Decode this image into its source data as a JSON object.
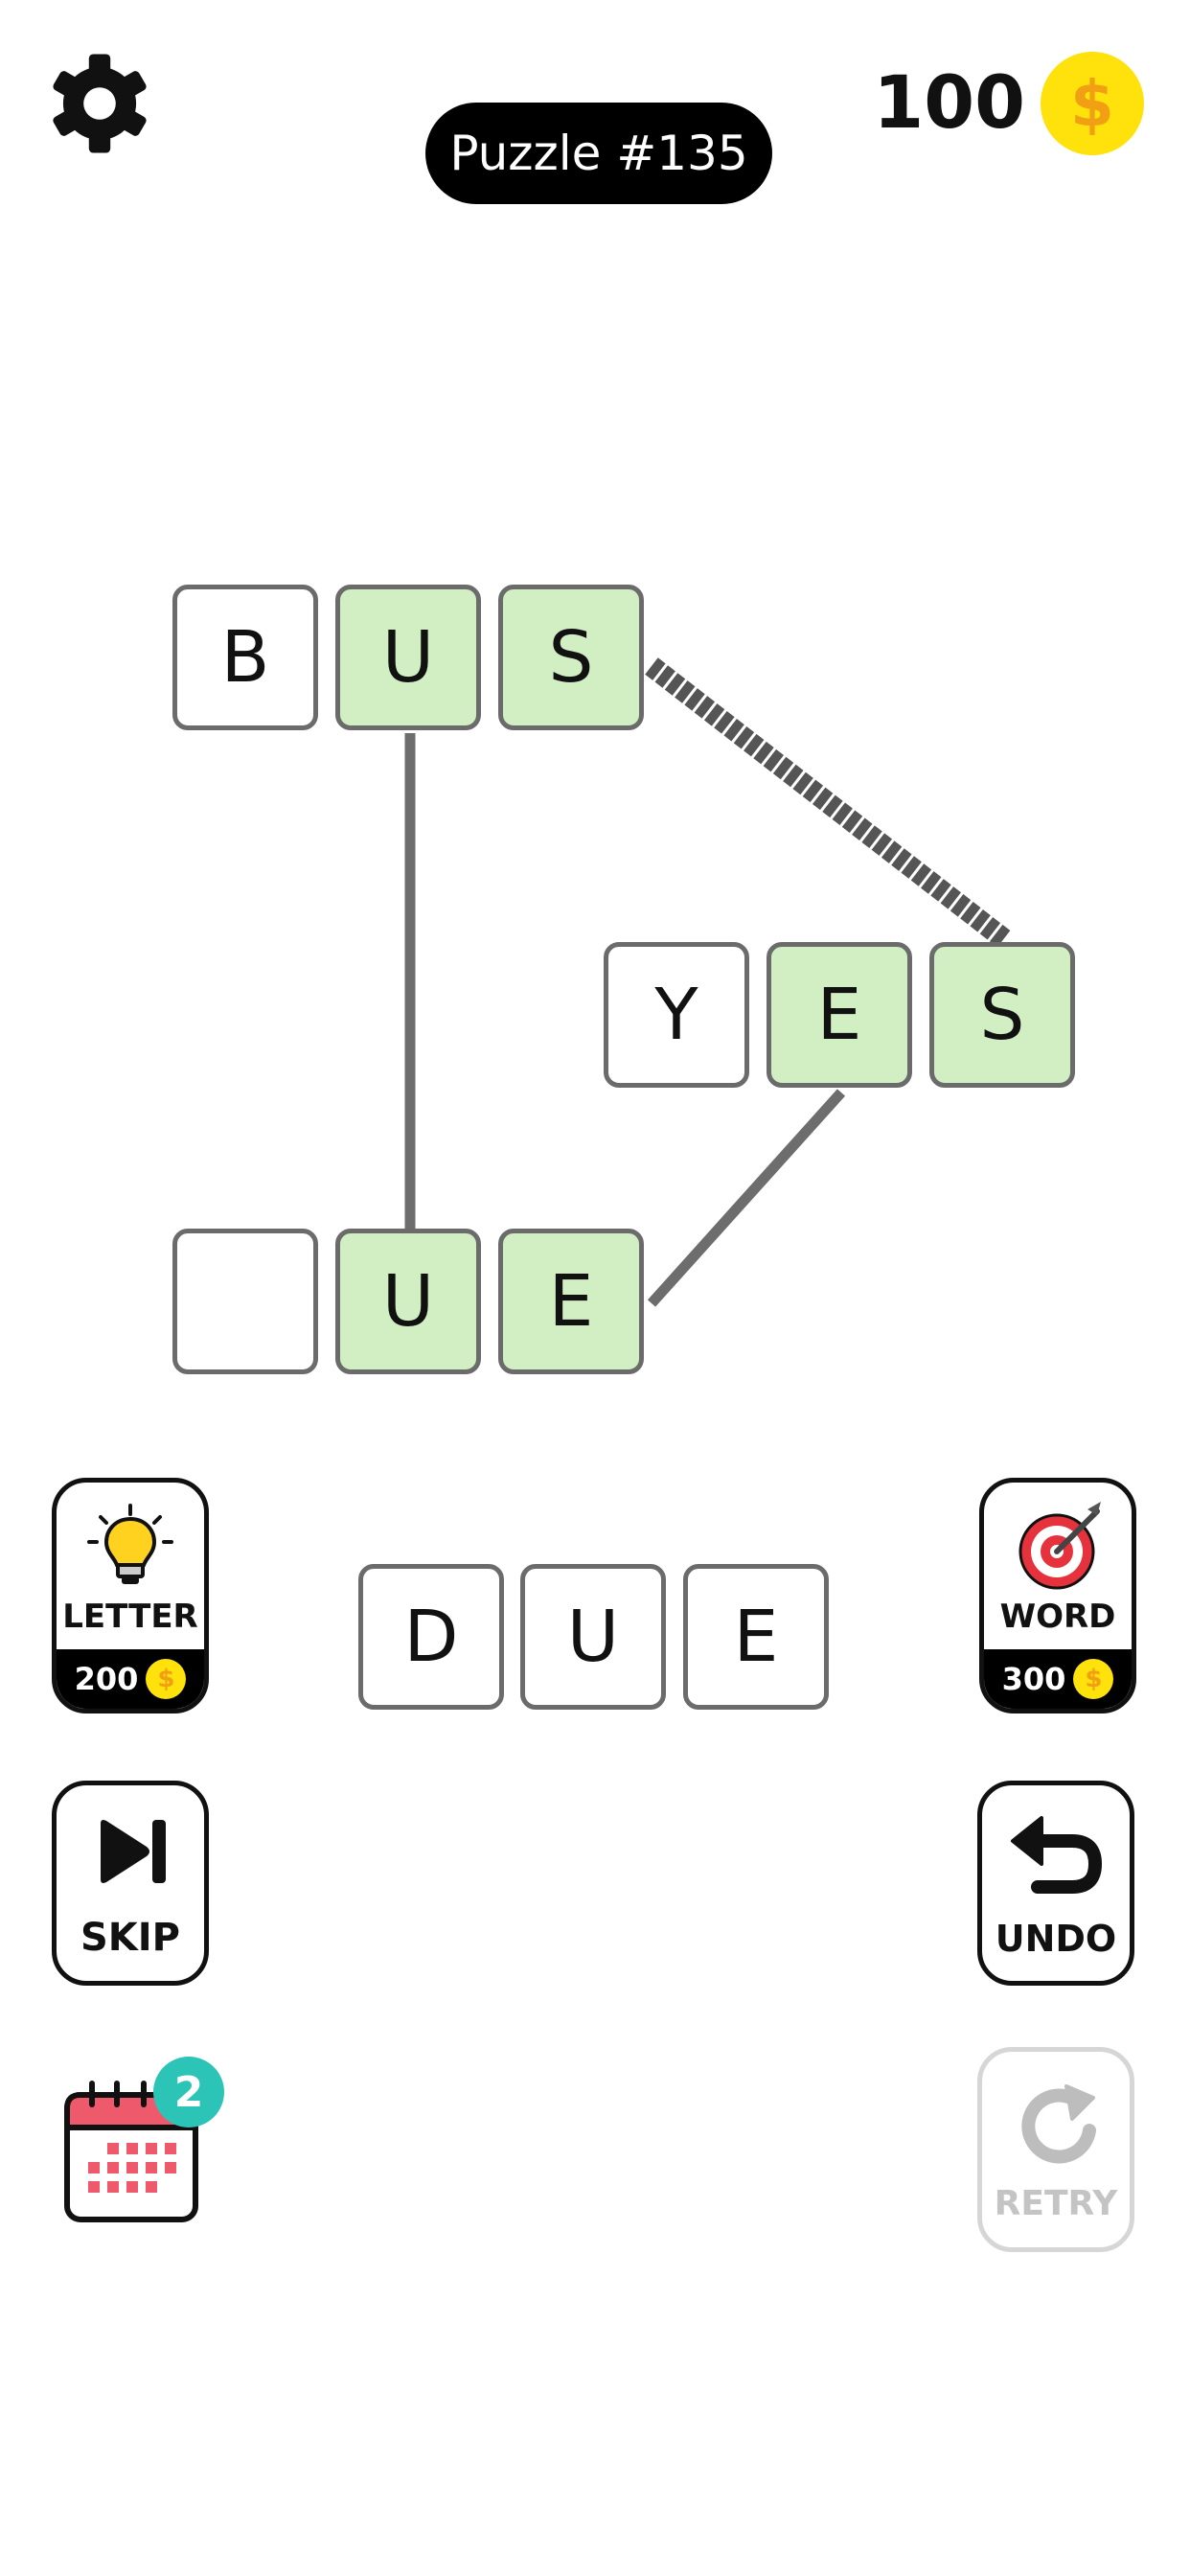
{
  "header": {
    "puzzle_label": "Puzzle #135",
    "coins": "100",
    "coin_symbol": "$"
  },
  "board": {
    "row1": [
      "B",
      "U",
      "S"
    ],
    "row2": [
      "Y",
      "E",
      "S"
    ],
    "row3": [
      "",
      "U",
      "E"
    ]
  },
  "answer": [
    "D",
    "U",
    "E"
  ],
  "tools": {
    "letter": {
      "label": "LETTER",
      "price": "200",
      "coin_symbol": "$"
    },
    "word": {
      "label": "WORD",
      "price": "300",
      "coin_symbol": "$"
    },
    "skip": {
      "label": "SKIP"
    },
    "undo": {
      "label": "UNDO"
    },
    "retry": {
      "label": "RETRY"
    }
  },
  "calendar": {
    "badge": "2"
  },
  "colors": {
    "filled_tile": "#d2efc3",
    "coin": "#ffe10b",
    "badge": "#2cc4b6"
  }
}
